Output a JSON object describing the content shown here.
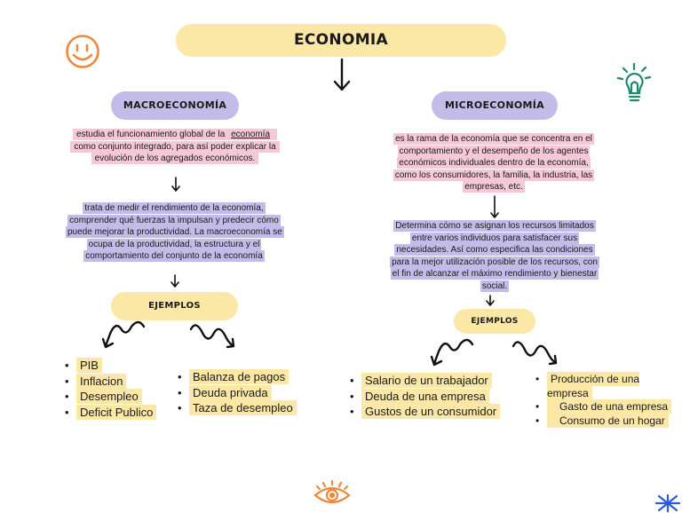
{
  "title": "ECONOMIA",
  "macro": {
    "heading": "MACROECONOMÍA",
    "definition_before": "estudia el funcionamiento global de la ",
    "definition_link": "economía",
    "definition_after": " como conjunto integrado, para así poder explicar la evolución de los agregados económicos.",
    "detail": "trata de medir el rendimiento de la economía, comprender qué fuerzas la impulsan y predecir cómo puede mejorar la productividad. La macroeconomía se ocupa de la productividad, la estructura y el comportamiento del conjunto de la economía",
    "examples_label": "EJEMPLOS",
    "examples_left": [
      "PIB",
      "Inflacion",
      "Desempleo",
      "Deficit Publico"
    ],
    "examples_right": [
      "Balanza de pagos",
      "Deuda privada",
      "Taza de desempleo"
    ]
  },
  "micro": {
    "heading": "MICROECONOMÍA",
    "definition": "es la rama de la economía que se concentra en el comportamiento y el desempeño de los agentes económicos individuales dentro de la economía, como los consumidores, la familia, la industria, las empresas, etc.",
    "detail": "Determina cómo se asignan los recursos limitados entre varios individuos para satisfacer sus necesidades. Así como especifica las condiciones para la mejor utilización posible de los recursos, con el fin de alcanzar el máximo rendimiento y bienestar social.",
    "examples_label": "EJEMPLOS",
    "examples_left": [
      "Salario de un trabajador",
      "Deuda de una empresa",
      "Gustos de un consumidor"
    ],
    "examples_right": [
      "Producción de una empresa",
      "Gasto de una empresa",
      "Consumo de un hogar"
    ]
  },
  "icons": {
    "top_left": "smiley-icon",
    "top_right": "lightbulb-icon",
    "bottom_center": "eye-icon",
    "bottom_right": "sparkle-icon"
  },
  "colors": {
    "yellow": "#fbe8a6",
    "purple": "#c3bce8",
    "pink": "#f4c8d6",
    "orange": "#f0883a",
    "green": "#1e8a6a",
    "blue": "#2a5bd7"
  }
}
